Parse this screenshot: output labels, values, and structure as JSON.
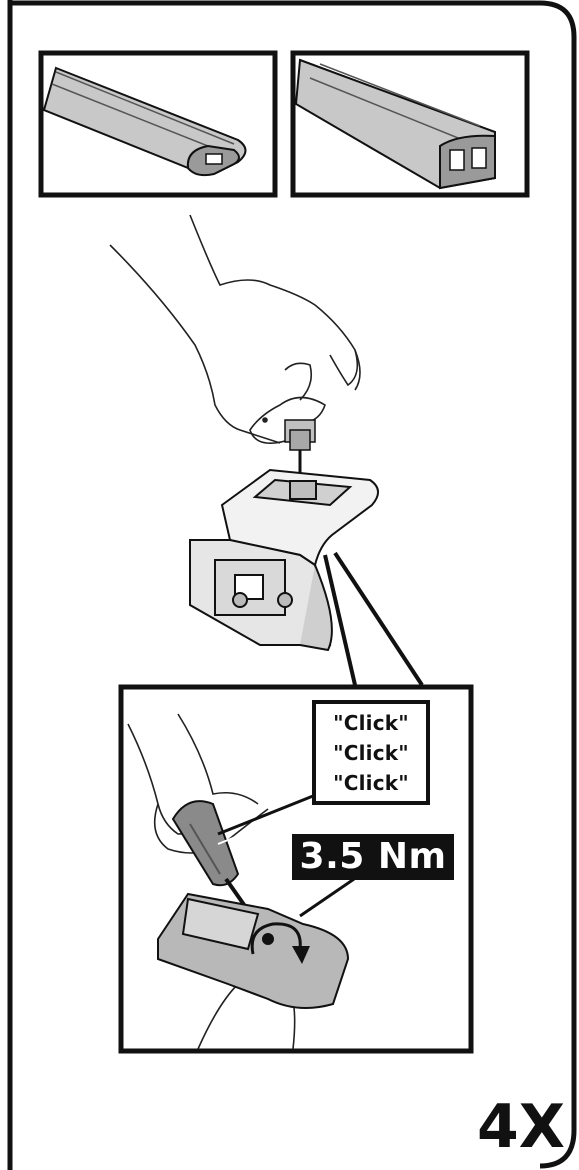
{
  "labels": {
    "click_1": "\"Click\"",
    "click_2": "\"Click\"",
    "click_3": "\"Click\"",
    "torque": "3.5 Nm",
    "count": "4X"
  },
  "colors": {
    "line": "#111111",
    "part_grey": "#c8c8c8",
    "part_dark": "#8a8a8a",
    "label_bg": "#111111",
    "label_text": "#ffffff"
  }
}
